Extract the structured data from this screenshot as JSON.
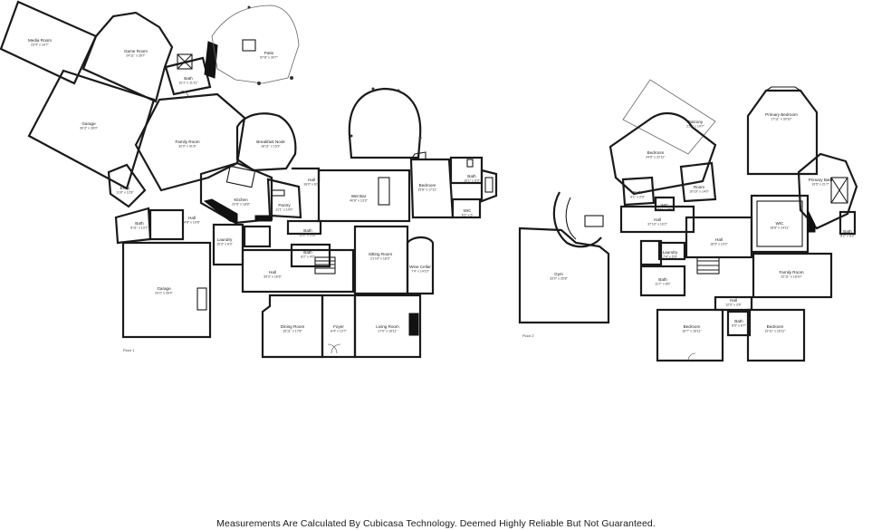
{
  "floor1": {
    "label": "Floor 1",
    "rooms": [
      {
        "name": "Media Room",
        "dims": "23'4\" x 16'7\""
      },
      {
        "name": "Game Room",
        "dims": "24'11\" x 26'7\""
      },
      {
        "name": "Bath",
        "dims": "10'1\" x 11'11\""
      },
      {
        "name": "Patio",
        "dims": "57'8\" x 30'7\""
      },
      {
        "name": "Garage",
        "dims": "30'3\" x 28'0\""
      },
      {
        "name": "Family Room",
        "dims": "32'0\" x 41'6\""
      },
      {
        "name": "Breakfast Nook",
        "dims": "18'11\" x 15'3\""
      },
      {
        "name": "Entry",
        "dims": "11'8\" x 12'8\""
      },
      {
        "name": "Kitchen",
        "dims": "22'6\" x 18'8\""
      },
      {
        "name": "Pantry",
        "dims": "11'1\" x 10'0\""
      },
      {
        "name": "Hall",
        "dims": "18'0\" x 6'0\""
      },
      {
        "name": "Wet Bar",
        "dims": "40'8\" x 13'3\""
      },
      {
        "name": "Bedroom",
        "dims": "15'8\" x 17'11\""
      },
      {
        "name": "Bath",
        "dims": "10'1\" x 9'3\""
      },
      {
        "name": "WIC",
        "dims": "6'1\" x 5'"
      },
      {
        "name": "Bath",
        "dims": "8'11\" x 13'7\""
      },
      {
        "name": "Hall",
        "dims": "4'8\" x 10'8\""
      },
      {
        "name": "Laundry",
        "dims": "15'3\" x 8'3\""
      },
      {
        "name": "Bath",
        "dims": "11'8\" x 5'10\""
      },
      {
        "name": "Bath",
        "dims": "8'2\" x 4'0\""
      },
      {
        "name": "Garage",
        "dims": "23'2\" x 26'4\""
      },
      {
        "name": "Hall",
        "dims": "30'3\" x 16'6\""
      },
      {
        "name": "Sitting Room",
        "dims": "21'10\" x 18'3\""
      },
      {
        "name": "Wine Cellar",
        "dims": "7'4\" x 14'10\""
      },
      {
        "name": "Dining Room",
        "dims": "16'11\" x 17'8\""
      },
      {
        "name": "Foyer",
        "dims": "8'4\" x 13'7\""
      },
      {
        "name": "Living Room",
        "dims": "17'0\" x 16'11\""
      }
    ]
  },
  "floor2": {
    "label": "Floor 2",
    "rooms": [
      {
        "name": "Balcony",
        "dims": "21'7\" x 14'7\""
      },
      {
        "name": "Bedroom",
        "dims": "24'5\" x 22'11\""
      },
      {
        "name": "Primary Bedroom",
        "dims": "17'11\" x 30'10\""
      },
      {
        "name": "Primary Bath",
        "dims": "19'5\" x 21'7\""
      },
      {
        "name": "Bath",
        "dims": "9'1\" x 9'9\""
      },
      {
        "name": "Room",
        "dims": "10'10\" x 14'0\""
      },
      {
        "name": "WIC",
        "dims": "5'1\" x 4'3\""
      },
      {
        "name": "Hall",
        "dims": "37'10\" x 10'2\""
      },
      {
        "name": "WIC",
        "dims": "18'8\" x 14'11\""
      },
      {
        "name": "Bath",
        "dims": "8'2\" x 8'3\""
      },
      {
        "name": "Gym",
        "dims": "33'0\" x 25'8\""
      },
      {
        "name": "Laundry",
        "dims": "7'4\" x 5'9\""
      },
      {
        "name": "Hall",
        "dims": "18'5\" x 10'2\""
      },
      {
        "name": "Bath",
        "dims": "11'7\" x 8'0\""
      },
      {
        "name": "Family Room",
        "dims": "22'11\" x 18'10\""
      },
      {
        "name": "Hall",
        "dims": "12'0\" x 3'6\""
      },
      {
        "name": "Bath",
        "dims": "8'5\" x 6'7\""
      },
      {
        "name": "Bedroom",
        "dims": "16'7\" x 16'11\""
      },
      {
        "name": "Bedroom",
        "dims": "19'11\" x 16'11\""
      }
    ]
  },
  "footer": "Measurements Are Calculated By Cubicasa Technology. Deemed Highly Reliable But Not Guaranteed."
}
